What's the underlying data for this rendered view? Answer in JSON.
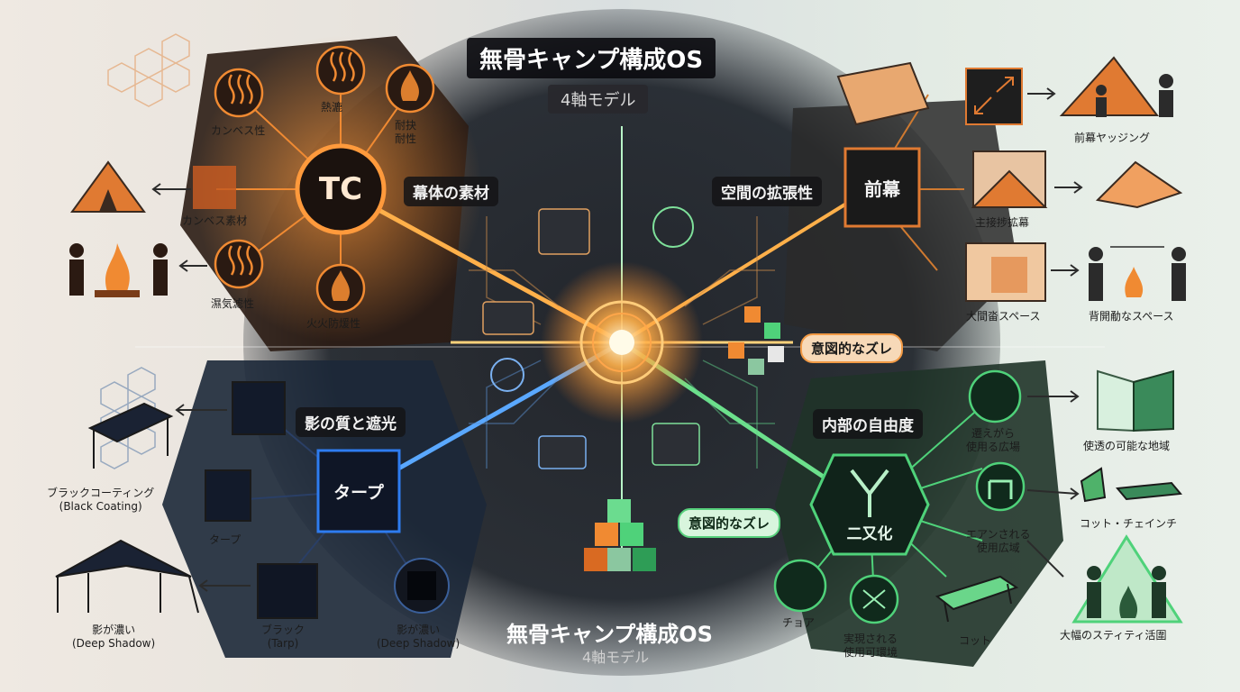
{
  "title": {
    "main": "無骨キャンプ構成OS",
    "sub": "4軸モデル"
  },
  "footer_title": {
    "main": "無骨キャンプ構成OS",
    "sub": "4軸モデル"
  },
  "colors": {
    "orange": "#f08a32",
    "blue": "#2e7cf0",
    "green": "#4fd27a",
    "dark": "#1e1f22"
  },
  "quadrants": {
    "tc": {
      "hub": "TC",
      "axis_label": "幕体の素材",
      "nodes": [
        "熱漉",
        "耐抉\n耐性",
        "カンベス性",
        "カンベス素材",
        "濕気滤性",
        "火火防煖性"
      ]
    },
    "front": {
      "hub": "前幕",
      "axis_label": "空間の拡張性",
      "nodes": [
        "前幕ヤッジング",
        "主接捗拡幕",
        "大間畓スペース",
        "背開勈なスペース"
      ]
    },
    "tarp": {
      "hub": "タープ",
      "axis_label": "影の質と遮光",
      "nodes": [
        "ブラックコーティング\n(Black Coating)",
        "タープ",
        "影が濃い\n(Deep Shadow)",
        "ブラック\n(Tarp)",
        "影が濃い\n(Deep Shadow)"
      ]
    },
    "split": {
      "hub": "二又化",
      "axis_label": "内部の自由度",
      "nodes": [
        "遷えがら\n使用る広場",
        "使透の可能な地域",
        "エアンされる\n使用広域",
        "コット・チェインチ",
        "チョア",
        "実現される\n使用可環境",
        "コット",
        "大幅のスティティ活圍"
      ]
    }
  },
  "center_tags": {
    "right": "意図的なズレ",
    "bottom": "意図的なズレ"
  }
}
